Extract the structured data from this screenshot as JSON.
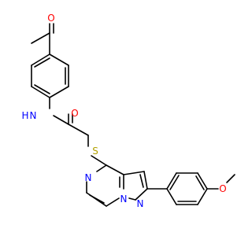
{
  "molecule": {
    "atoms": [
      {
        "id": "O_acetyl",
        "label": "O"
      },
      {
        "id": "N_amide",
        "label": "N"
      },
      {
        "id": "H_amide",
        "label": "H"
      },
      {
        "id": "O_amide",
        "label": "O"
      },
      {
        "id": "S_thio",
        "label": "S"
      },
      {
        "id": "N_pyrazine",
        "label": "N"
      },
      {
        "id": "N_bridge",
        "label": "N"
      },
      {
        "id": "N_pyrazole",
        "label": "N"
      },
      {
        "id": "O_methoxy",
        "label": "O"
      }
    ],
    "colors": {
      "bond": "#000000",
      "oxygen": "#ff0000",
      "nitrogen": "#0000ff",
      "sulfur": "#b2a100"
    }
  }
}
